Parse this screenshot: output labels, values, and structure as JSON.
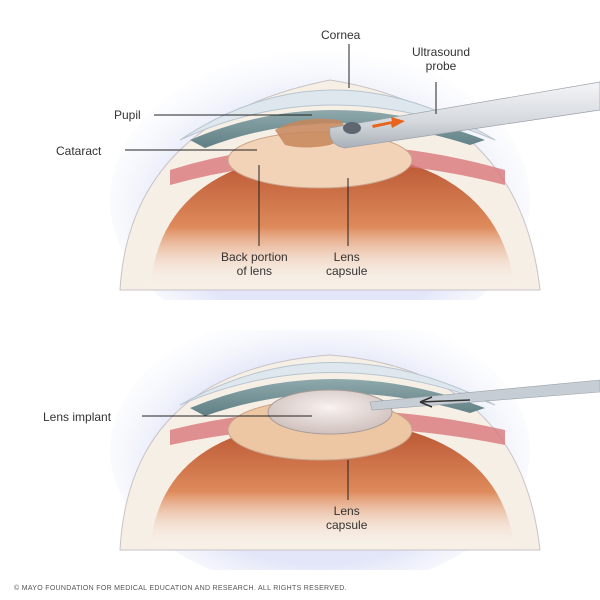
{
  "diagram": {
    "subject": "Cataract surgery (phacoemulsification) and lens implant",
    "top_panel": {
      "labels": {
        "cornea": "Cornea",
        "probe_line1": "Ultrasound",
        "probe_line2": "probe",
        "pupil": "Pupil",
        "cataract": "Cataract",
        "back_line1": "Back portion",
        "back_line2": "of lens",
        "capsule_line1": "Lens",
        "capsule_line2": "capsule"
      }
    },
    "bottom_panel": {
      "labels": {
        "implant": "Lens implant",
        "capsule_line1": "Lens",
        "capsule_line2": "capsule"
      }
    },
    "colors": {
      "iris": "#6e8f93",
      "cornea": "#dfe7ee",
      "retina": "#c9663f",
      "lens": "#f3d3b8",
      "cataract": "#c7865a",
      "probe_arrow": "#e8631c",
      "leader_line": "#222222"
    }
  },
  "footer": {
    "copyright": "© MAYO FOUNDATION FOR MEDICAL EDUCATION AND RESEARCH. ALL RIGHTS RESERVED."
  }
}
